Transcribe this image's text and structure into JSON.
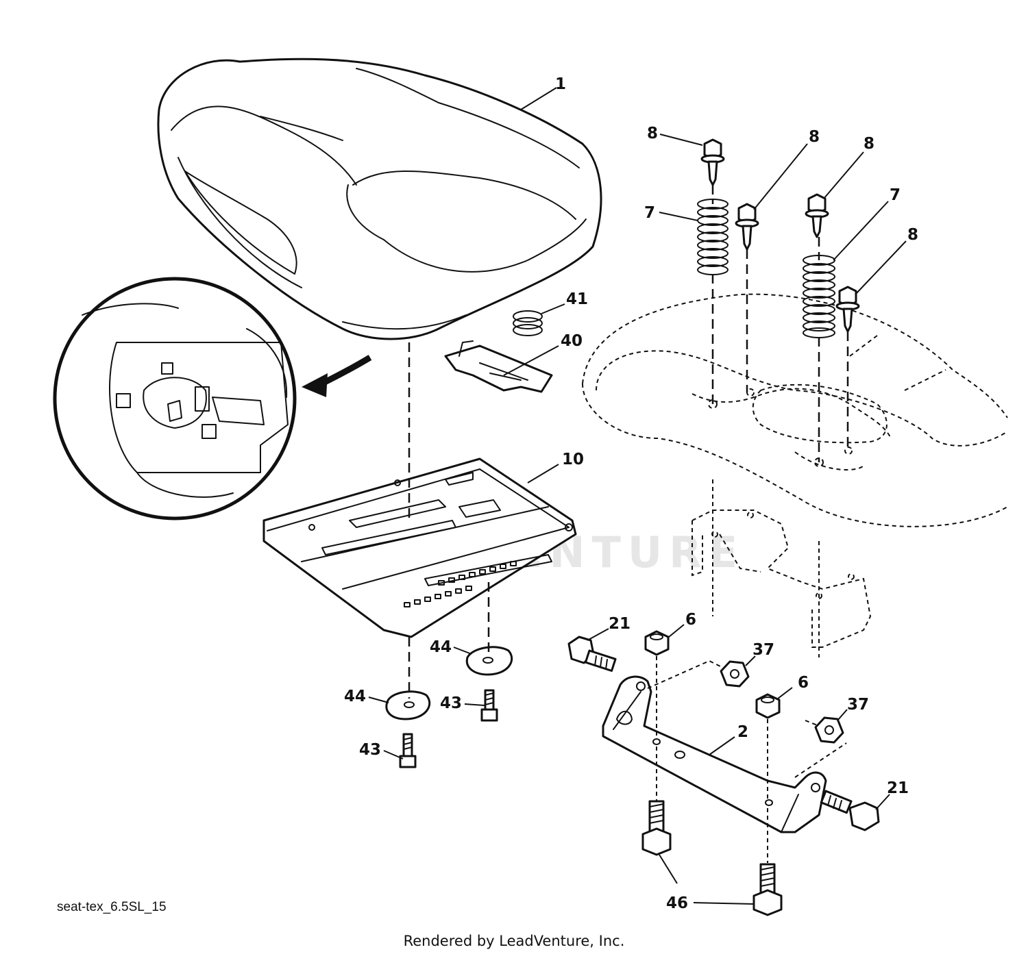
{
  "callouts": [
    {
      "id": "c-1",
      "label": "1"
    },
    {
      "id": "c-8a",
      "label": "8"
    },
    {
      "id": "c-8b",
      "label": "8"
    },
    {
      "id": "c-8c",
      "label": "8"
    },
    {
      "id": "c-8d",
      "label": "8"
    },
    {
      "id": "c-7a",
      "label": "7"
    },
    {
      "id": "c-7b",
      "label": "7"
    },
    {
      "id": "c-41",
      "label": "41"
    },
    {
      "id": "c-40",
      "label": "40"
    },
    {
      "id": "c-10",
      "label": "10"
    },
    {
      "id": "c-44a",
      "label": "44"
    },
    {
      "id": "c-44b",
      "label": "44"
    },
    {
      "id": "c-43a",
      "label": "43"
    },
    {
      "id": "c-43b",
      "label": "43"
    },
    {
      "id": "c-21a",
      "label": "21"
    },
    {
      "id": "c-21b",
      "label": "21"
    },
    {
      "id": "c-6a",
      "label": "6"
    },
    {
      "id": "c-6b",
      "label": "6"
    },
    {
      "id": "c-37a",
      "label": "37"
    },
    {
      "id": "c-37b",
      "label": "37"
    },
    {
      "id": "c-2",
      "label": "2"
    },
    {
      "id": "c-46",
      "label": "46"
    }
  ],
  "figure_id": "seat-tex_6.5SL_15",
  "credit": "Rendered by LeadVenture, Inc.",
  "watermark": "LEADVENTURE"
}
